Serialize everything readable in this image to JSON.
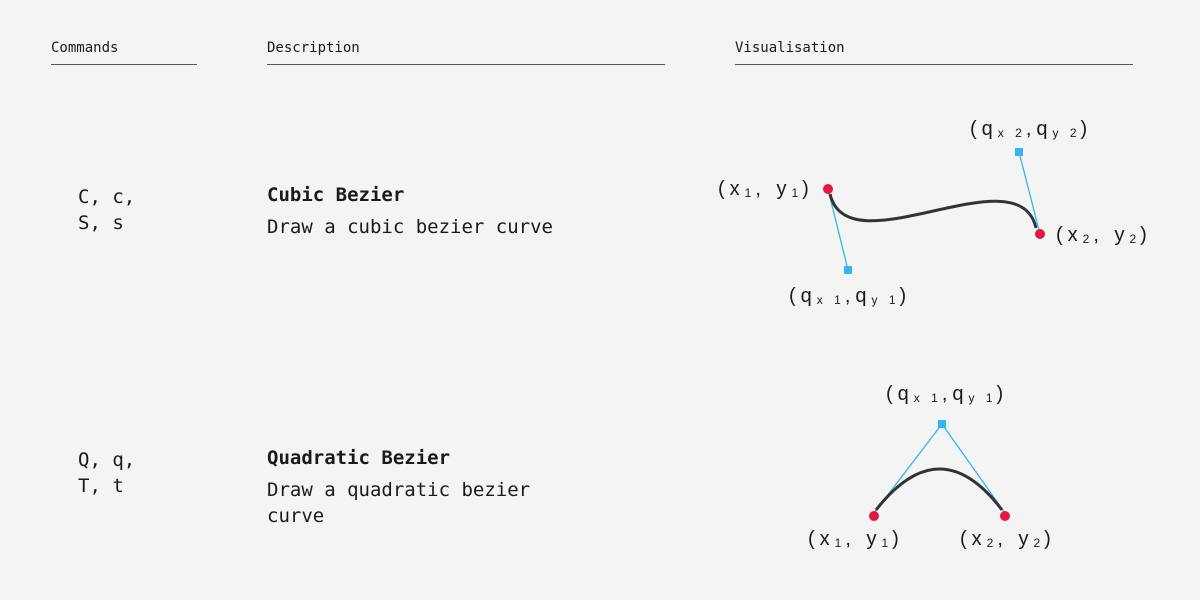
{
  "headers": {
    "commands": "Commands",
    "description": "Description",
    "visualisation": "Visualisation"
  },
  "rows": [
    {
      "commands": "C, c,\nS, s",
      "title": "Cubic Bezier",
      "description": "Draw a cubic bezier curve"
    },
    {
      "commands": "Q, q,\nT, t",
      "title": "Quadratic Bezier",
      "description": "Draw a quadratic bezier curve"
    }
  ],
  "labels": {
    "cubic_start": [
      {
        "t": "(x"
      },
      {
        "s": "1"
      },
      {
        "t": ", y"
      },
      {
        "s": "1"
      },
      {
        "t": ")"
      }
    ],
    "cubic_end": [
      {
        "t": "(x"
      },
      {
        "s": "2"
      },
      {
        "t": ", y"
      },
      {
        "s": "2"
      },
      {
        "t": ")"
      }
    ],
    "cubic_ctrl1": [
      {
        "t": "(q"
      },
      {
        "s": "x 1"
      },
      {
        "t": ",q"
      },
      {
        "s": "y 1"
      },
      {
        "t": ")"
      }
    ],
    "cubic_ctrl2": [
      {
        "t": "(q"
      },
      {
        "s": "x 2"
      },
      {
        "t": ",q"
      },
      {
        "s": "y 2"
      },
      {
        "t": ")"
      }
    ],
    "quad_start": [
      {
        "t": "(x"
      },
      {
        "s": "1"
      },
      {
        "t": ", y"
      },
      {
        "s": "1"
      },
      {
        "t": ")"
      }
    ],
    "quad_end": [
      {
        "t": "(x"
      },
      {
        "s": "2"
      },
      {
        "t": ", y"
      },
      {
        "s": "2"
      },
      {
        "t": ")"
      }
    ],
    "quad_ctrl": [
      {
        "t": "(q"
      },
      {
        "s": "x 1"
      },
      {
        "t": ",q"
      },
      {
        "s": "y 1"
      },
      {
        "t": ")"
      }
    ]
  },
  "colors": {
    "endpoint": "#e0193f",
    "control": "#35b6f0",
    "curve": "#333333"
  }
}
